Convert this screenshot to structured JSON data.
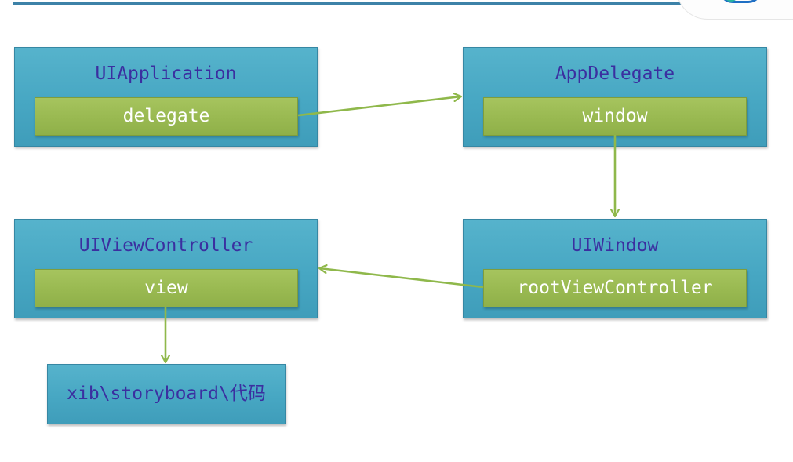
{
  "colors": {
    "node_fill": "#4aabc6",
    "field_fill": "#9bbb55",
    "title_text": "#3b2fa0",
    "field_text": "#ffffff",
    "arrow": "#8fb84b"
  },
  "nodes": {
    "uiapplication": {
      "title": "UIApplication",
      "field": "delegate"
    },
    "appdelegate": {
      "title": "AppDelegate",
      "field": "window"
    },
    "uiwindow": {
      "title": "UIWindow",
      "field": "rootViewController"
    },
    "uiviewcontroller": {
      "title": "UIViewController",
      "field": "view"
    },
    "view_source": {
      "title": "xib\\storyboard\\代码"
    }
  },
  "edges": [
    {
      "from": "UIApplication.delegate",
      "to": "AppDelegate"
    },
    {
      "from": "AppDelegate.window",
      "to": "UIWindow"
    },
    {
      "from": "UIWindow.rootViewController",
      "to": "UIViewController"
    },
    {
      "from": "UIViewController.view",
      "to": "xib\\storyboard\\代码"
    }
  ]
}
